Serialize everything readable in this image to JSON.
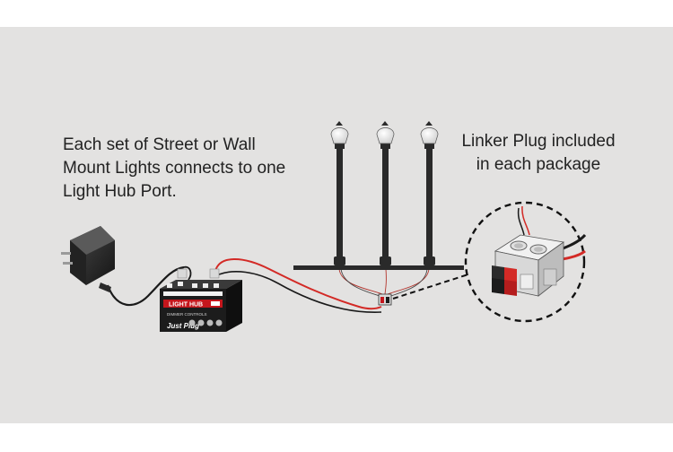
{
  "captions": {
    "left_line1": "Each set of Street or Wall",
    "left_line2": "Mount Lights connects to one",
    "left_line3": "Light Hub Port.",
    "right_line1": "Linker Plug included",
    "right_line2": "in each package"
  },
  "hub": {
    "label": "LIGHT HUB",
    "dimmer_label": "DIMMER CONTROLS",
    "brand": "Just Plug"
  },
  "colors": {
    "background_panel": "#e3e2e1",
    "wire_red": "#d32a26",
    "wire_black": "#1a1a1a",
    "hub_body": "#1c1c1c",
    "hub_label_bar": "#c4161c",
    "lamp_post": "#2a2a2a"
  },
  "icons": {
    "adapter": "power-adapter-icon",
    "hub": "light-hub-icon",
    "lamp": "street-lamp-icon",
    "plug": "linker-plug-icon"
  }
}
